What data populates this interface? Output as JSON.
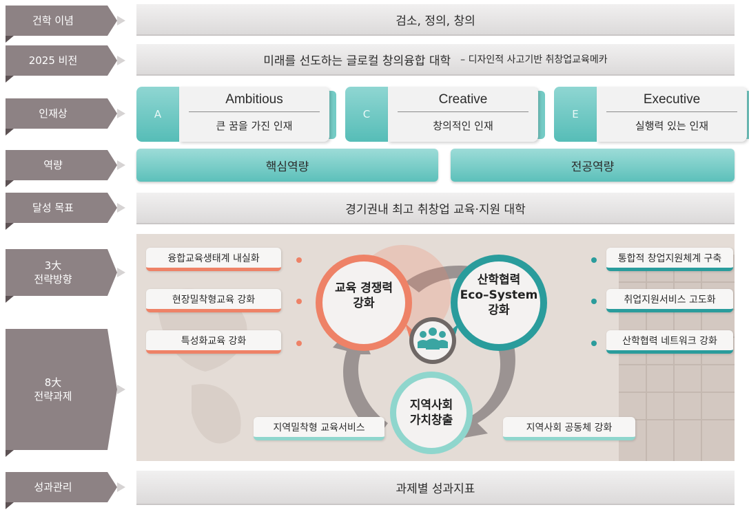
{
  "labels": {
    "philosophy": "건학 이념",
    "vision": "2025 비전",
    "talent": "인재상",
    "competency": "역량",
    "goal": "달성 목표",
    "strategy_line1": "3大",
    "strategy_line2": "전략방향",
    "tasks_line1": "8大",
    "tasks_line2": "전략과제",
    "performance": "성과관리"
  },
  "philosophy_text": "검소, 정의, 창의",
  "vision_text": "미래를 선도하는 글로컬 창의융합 대학",
  "vision_sub": "– 디자인적 사고기반 취창업교육메카",
  "talents": [
    {
      "letter": "A",
      "name": "Ambitious",
      "desc": "큰 꿈을 가진 인재"
    },
    {
      "letter": "C",
      "name": "Creative",
      "desc": "창의적인 인재"
    },
    {
      "letter": "E",
      "name": "Executive",
      "desc": "실행력 있는 인재"
    }
  ],
  "competencies": {
    "core": "핵심역량",
    "major": "전공역량"
  },
  "goal_text": "경기권내 최고 취창업 교육·지원 대학",
  "directions": {
    "education": [
      "교육 경쟁력",
      "강화"
    ],
    "industry": [
      "산학협력",
      "Eco–System",
      "강화"
    ],
    "community": [
      "지역사회",
      "가치창출"
    ]
  },
  "tasks": {
    "left": [
      "융합교육생태계 내실화",
      "현장밀착형교육 강화",
      "특성화교육 강화"
    ],
    "right": [
      "통합적 창업지원체계 구축",
      "취업지원서비스 고도화",
      "산학협력 네트워크 강화"
    ],
    "bottom_left": "지역밀착형 교육서비스",
    "bottom_right": "지역사회 공동체 강화"
  },
  "performance_text": "과제별 성과지표",
  "colors": {
    "label": "#8d8284",
    "teal": "#2a9c9c",
    "mint": "#6cc7c1",
    "orange": "#ee8267",
    "panel": "#e4dcd6"
  },
  "icons": {
    "center": "people-group-icon"
  }
}
